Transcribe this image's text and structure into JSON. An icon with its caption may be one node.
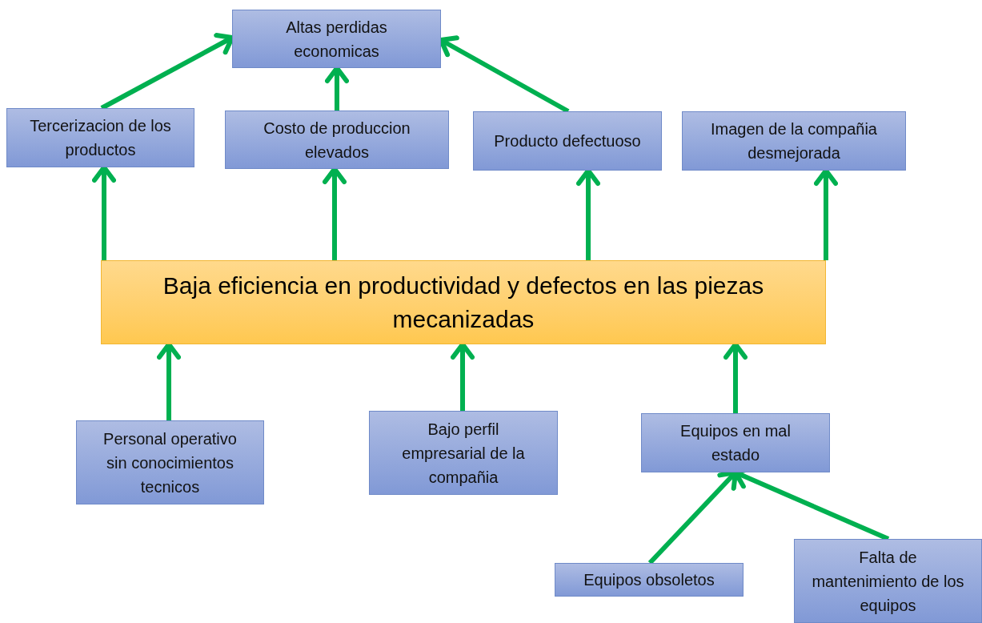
{
  "diagram": {
    "nodes": [
      {
        "text": [
          "Altas perdidas economicas"
        ]
      },
      {
        "text": [
          "Tercerizacion de los productos"
        ]
      },
      {
        "text": [
          "Costo de produccion elevados"
        ]
      },
      {
        "text": [
          "Producto defectuoso"
        ]
      },
      {
        "text": [
          "Imagen de la compañia desmejorada"
        ]
      },
      {
        "text": [
          "Baja eficiencia en productividad y defectos en las piezas mecanizadas"
        ]
      },
      {
        "text": [
          "Personal operativo sin conocimientos tecnicos"
        ]
      },
      {
        "text": [
          "Bajo perfil empresarial de la compañia"
        ]
      },
      {
        "text": [
          "Equipos en mal estado"
        ]
      },
      {
        "text": [
          "Equipos obsoletos"
        ]
      },
      {
        "text": [
          "Falta de mantenimiento de los equipos"
        ]
      }
    ],
    "edges": [
      {
        "from": 1,
        "to": 0,
        "arrow": "to"
      },
      {
        "from": 2,
        "to": 0,
        "arrow": "to"
      },
      {
        "from": 3,
        "to": 0,
        "arrow": "to"
      },
      {
        "from": 5,
        "to": 1,
        "arrow": "to"
      },
      {
        "from": 5,
        "to": 2,
        "arrow": "to"
      },
      {
        "from": 5,
        "to": 3,
        "arrow": "to"
      },
      {
        "from": 5,
        "to": 4,
        "arrow": "to"
      },
      {
        "from": 6,
        "to": 5,
        "arrow": "to"
      },
      {
        "from": 7,
        "to": 5,
        "arrow": "to"
      },
      {
        "from": 8,
        "to": 5,
        "arrow": "to"
      },
      {
        "from": 9,
        "to": 8,
        "arrow": "to"
      },
      {
        "from": 10,
        "to": 8,
        "arrow": "to"
      }
    ]
  }
}
